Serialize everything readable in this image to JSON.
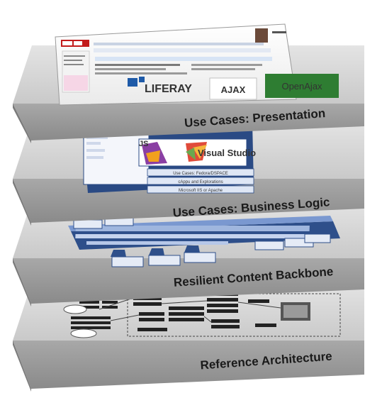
{
  "layers": [
    {
      "label": "Use Cases: Presentation"
    },
    {
      "label": "Use Cases: Business Logic"
    },
    {
      "label": "Resilient Content Backbone"
    },
    {
      "label": "Reference Architecture"
    }
  ],
  "presentation": {
    "logos": [
      "LIFERAY",
      "AJAX",
      "OpenAjax"
    ]
  },
  "business_logic": {
    "logo": "Visual Studio",
    "rows": [
      "Use Cases: Fedora/DSPACE",
      "cAppu and Explorations",
      "Microsoft IIS or Apache"
    ]
  },
  "colors": {
    "slab_top": "#d6d6d6",
    "slab_front": "#9a9a9a",
    "slab_side": "#7f7f7f",
    "blue_panel": "#3d63a8",
    "blue_light": "#cfdcf3"
  }
}
